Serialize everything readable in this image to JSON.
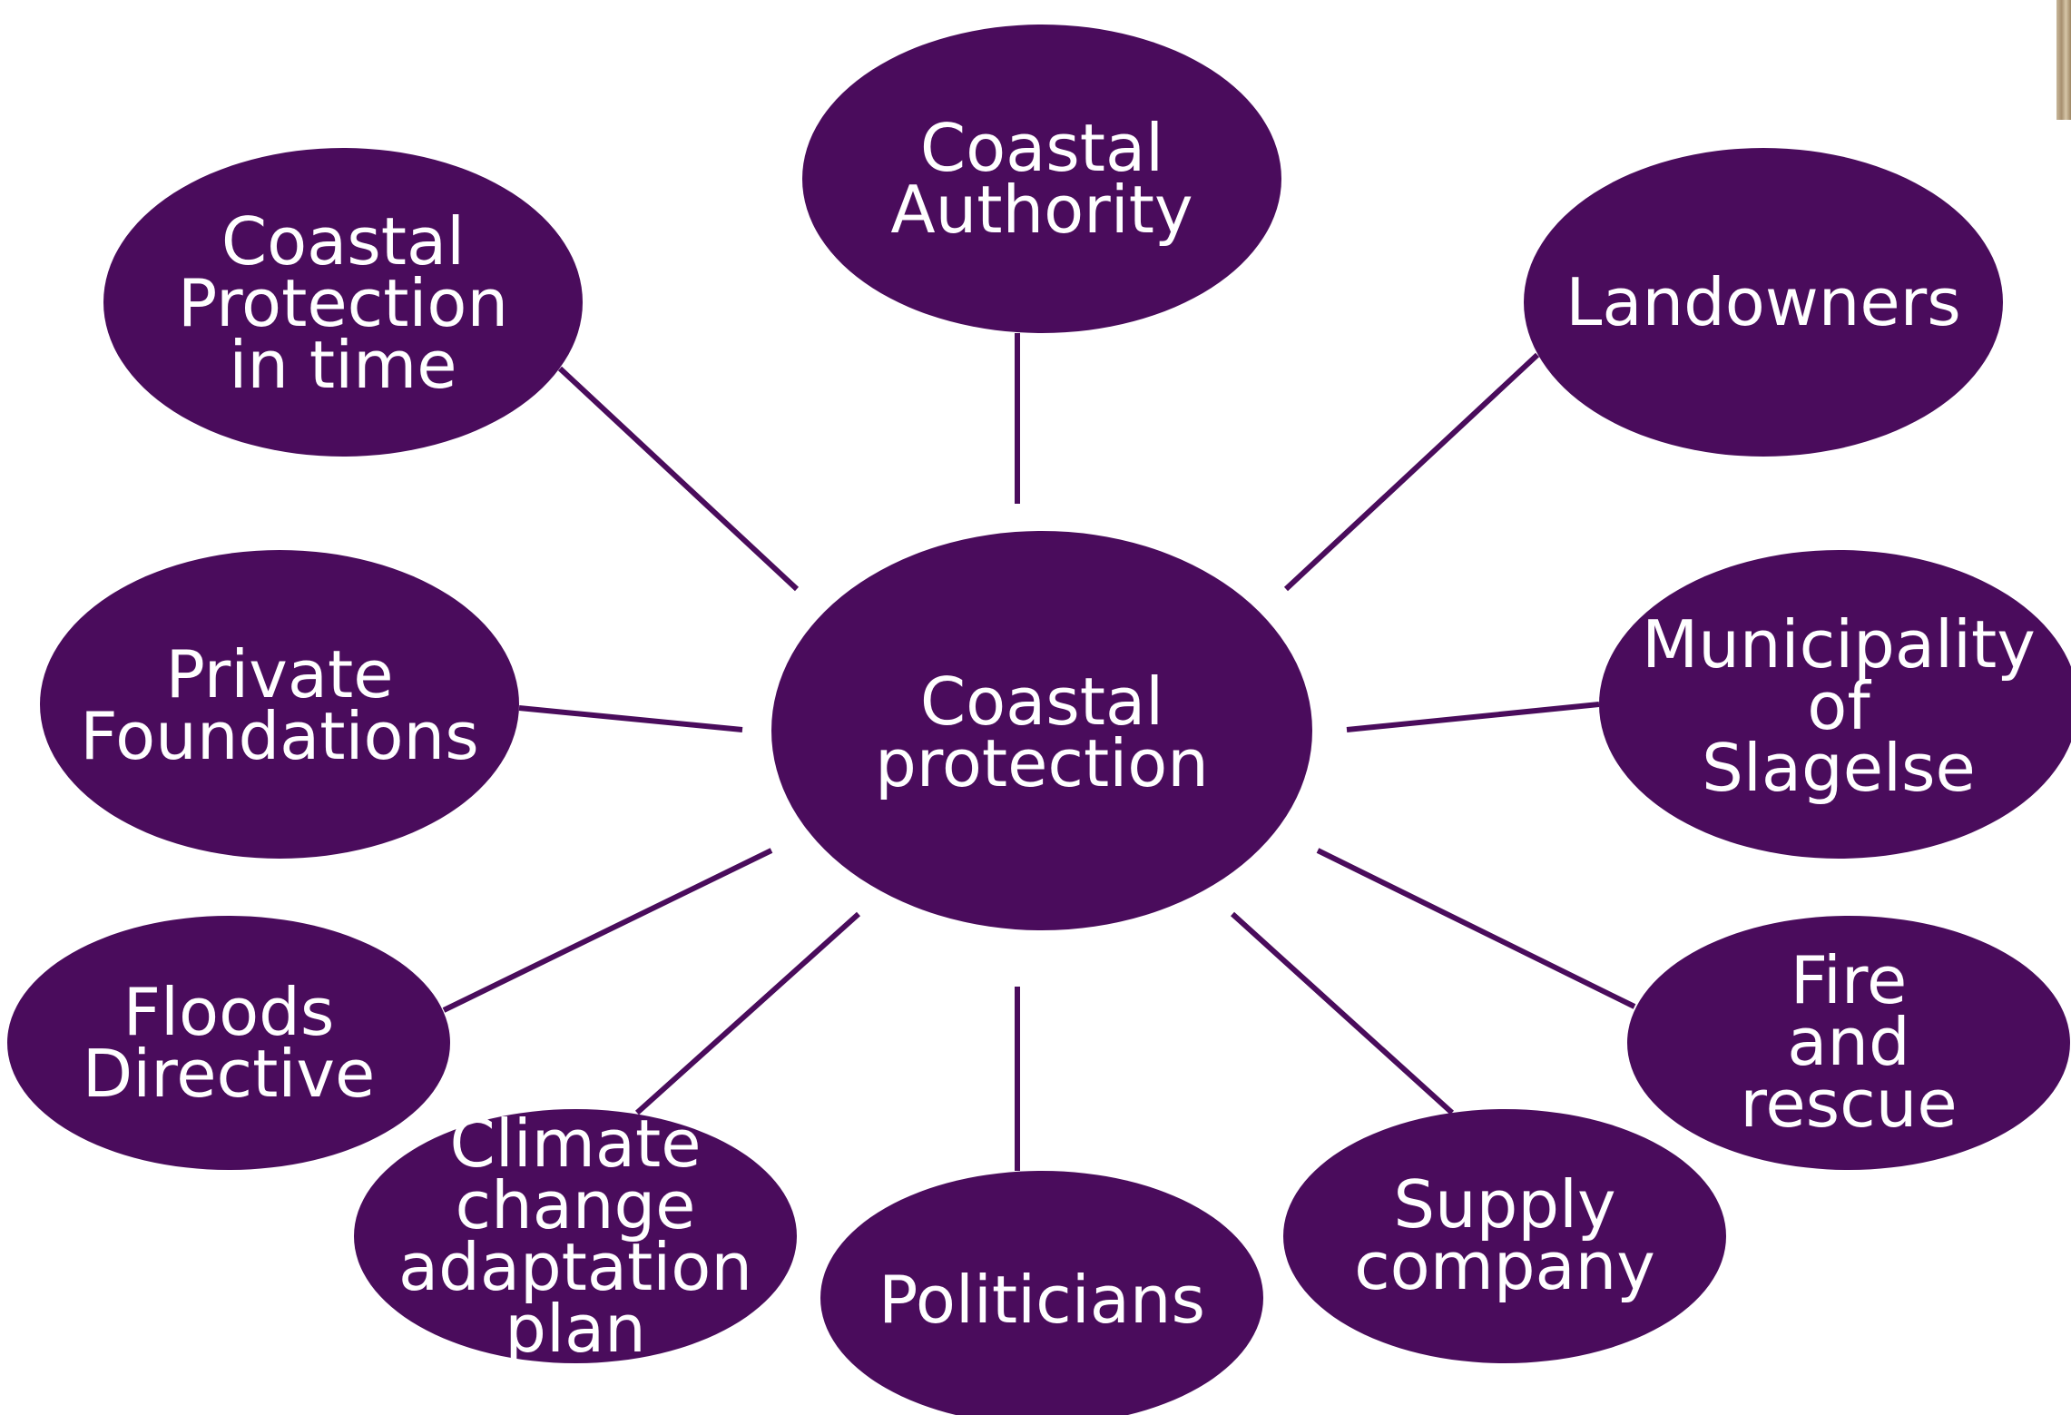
{
  "colors": {
    "bubble_fill": "#4a0c5c",
    "text": "#ffffff",
    "connector": "#4a0c5c",
    "background": "#ffffff"
  },
  "center": {
    "id": "coastal-protection",
    "lines": [
      "Coastal",
      "protection"
    ]
  },
  "stakeholders": [
    {
      "id": "coastal-authority",
      "lines": [
        "Coastal",
        "Authority"
      ]
    },
    {
      "id": "landowners",
      "lines": [
        "Landowners"
      ]
    },
    {
      "id": "municipality-of-slagelse",
      "lines": [
        "Municipality",
        "of",
        "Slagelse"
      ]
    },
    {
      "id": "fire-and-rescue",
      "lines": [
        "Fire",
        "and",
        "rescue"
      ]
    },
    {
      "id": "supply-company",
      "lines": [
        "Supply",
        "company"
      ]
    },
    {
      "id": "politicians",
      "lines": [
        "Politicians"
      ]
    },
    {
      "id": "climate-change-adaptation-plan",
      "lines": [
        "Climate",
        "change",
        "adaptation",
        "plan"
      ]
    },
    {
      "id": "floods-directive",
      "lines": [
        "Floods",
        "Directive"
      ]
    },
    {
      "id": "private-foundations",
      "lines": [
        "Private",
        "Foundations"
      ]
    },
    {
      "id": "coastal-protection-in-time",
      "lines": [
        "Coastal",
        "Protection",
        "in time"
      ]
    }
  ]
}
